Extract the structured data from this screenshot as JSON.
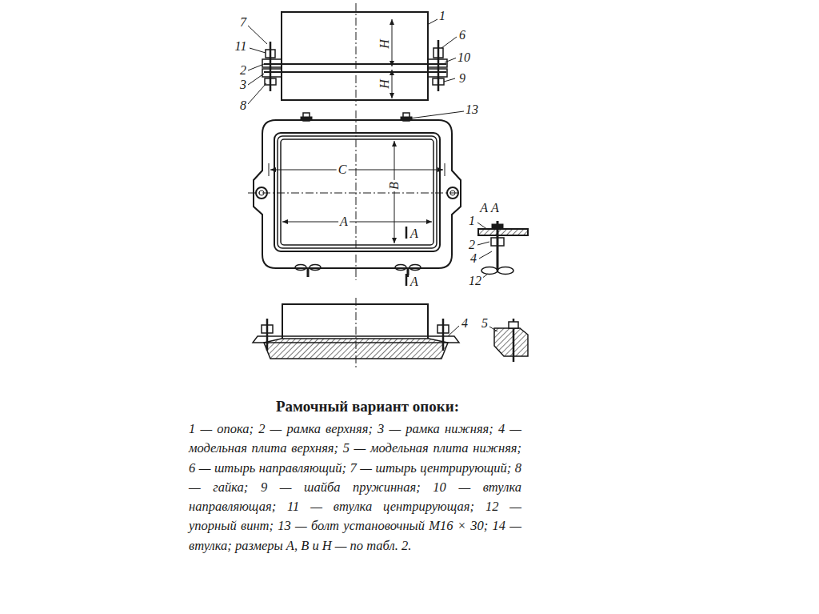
{
  "diagram": {
    "title": "Рамочный вариант опоки:",
    "caption": "1 — опока; 2 — рамка верхняя; 3 — рамка нижняя; 4 — модельная плита верхняя; 5 — модельная плита нижняя; 6 — штырь направляющий; 7 — штырь центрирующий; 8 — гайка; 9 — шайба пружинная; 10 — втулка направляющая; 11 — втулка центрирующая; 12 — упорный винт; 13 — болт установочный М16 × 30; 14 — втулка; размеры А, В и Н — по табл. 2.",
    "labels": [
      "7",
      "11",
      "2",
      "3",
      "8",
      "1",
      "6",
      "10",
      "9",
      "Н",
      "Н",
      "13",
      "С",
      "В",
      "А",
      "А",
      "А",
      "А А",
      "1",
      "2",
      "4",
      "12",
      "4",
      "5"
    ]
  }
}
